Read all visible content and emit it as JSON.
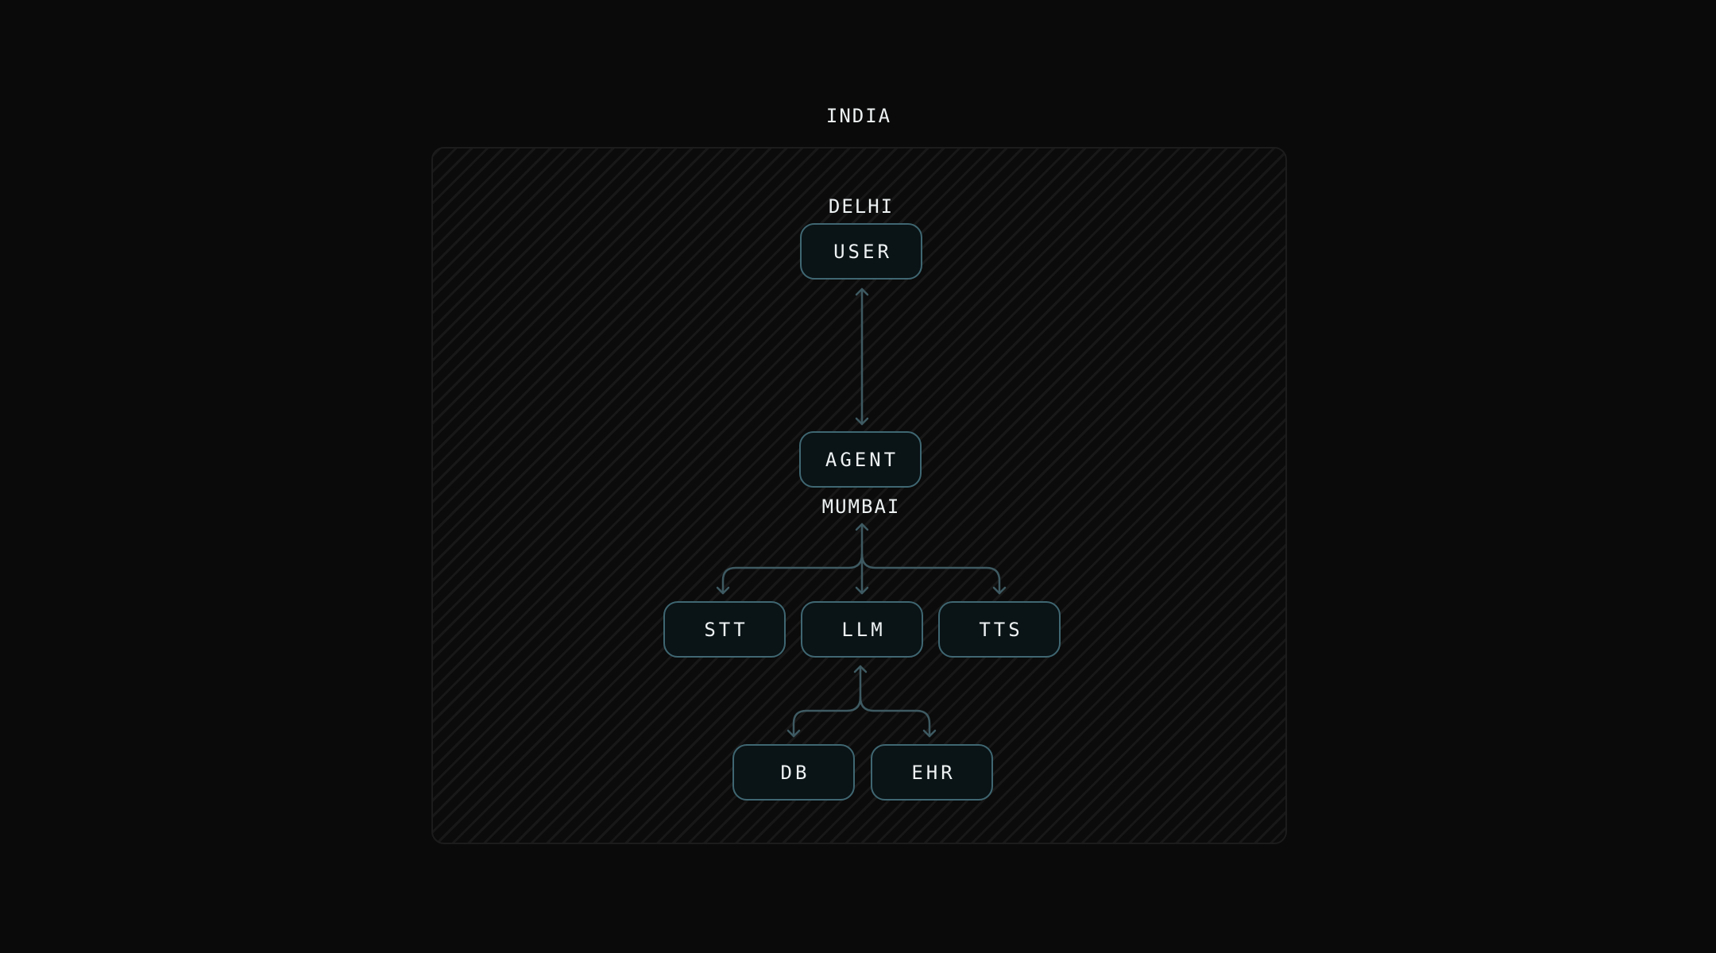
{
  "diagram": {
    "country_label": "INDIA",
    "regions": {
      "delhi": "DELHI",
      "mumbai": "MUMBAI"
    },
    "nodes": {
      "user": "USER",
      "agent": "AGENT",
      "stt": "STT",
      "llm": "LLM",
      "tts": "TTS",
      "db": "DB",
      "ehr": "EHR"
    },
    "edges": [
      {
        "from": "user",
        "to": "agent",
        "type": "bidirectional"
      },
      {
        "from": "agent",
        "to": "stt",
        "type": "agent-to-service"
      },
      {
        "from": "agent",
        "to": "llm",
        "type": "bidirectional"
      },
      {
        "from": "agent",
        "to": "tts",
        "type": "agent-to-service"
      },
      {
        "from": "llm",
        "to": "db",
        "type": "llm-to-data"
      },
      {
        "from": "llm",
        "to": "ehr",
        "type": "llm-to-data"
      }
    ],
    "colors": {
      "background": "#0a0a0a",
      "node_border": "#3f6772",
      "node_fill": "#0a1316",
      "edge": "#3e5a62",
      "text": "#eef2f3"
    }
  }
}
